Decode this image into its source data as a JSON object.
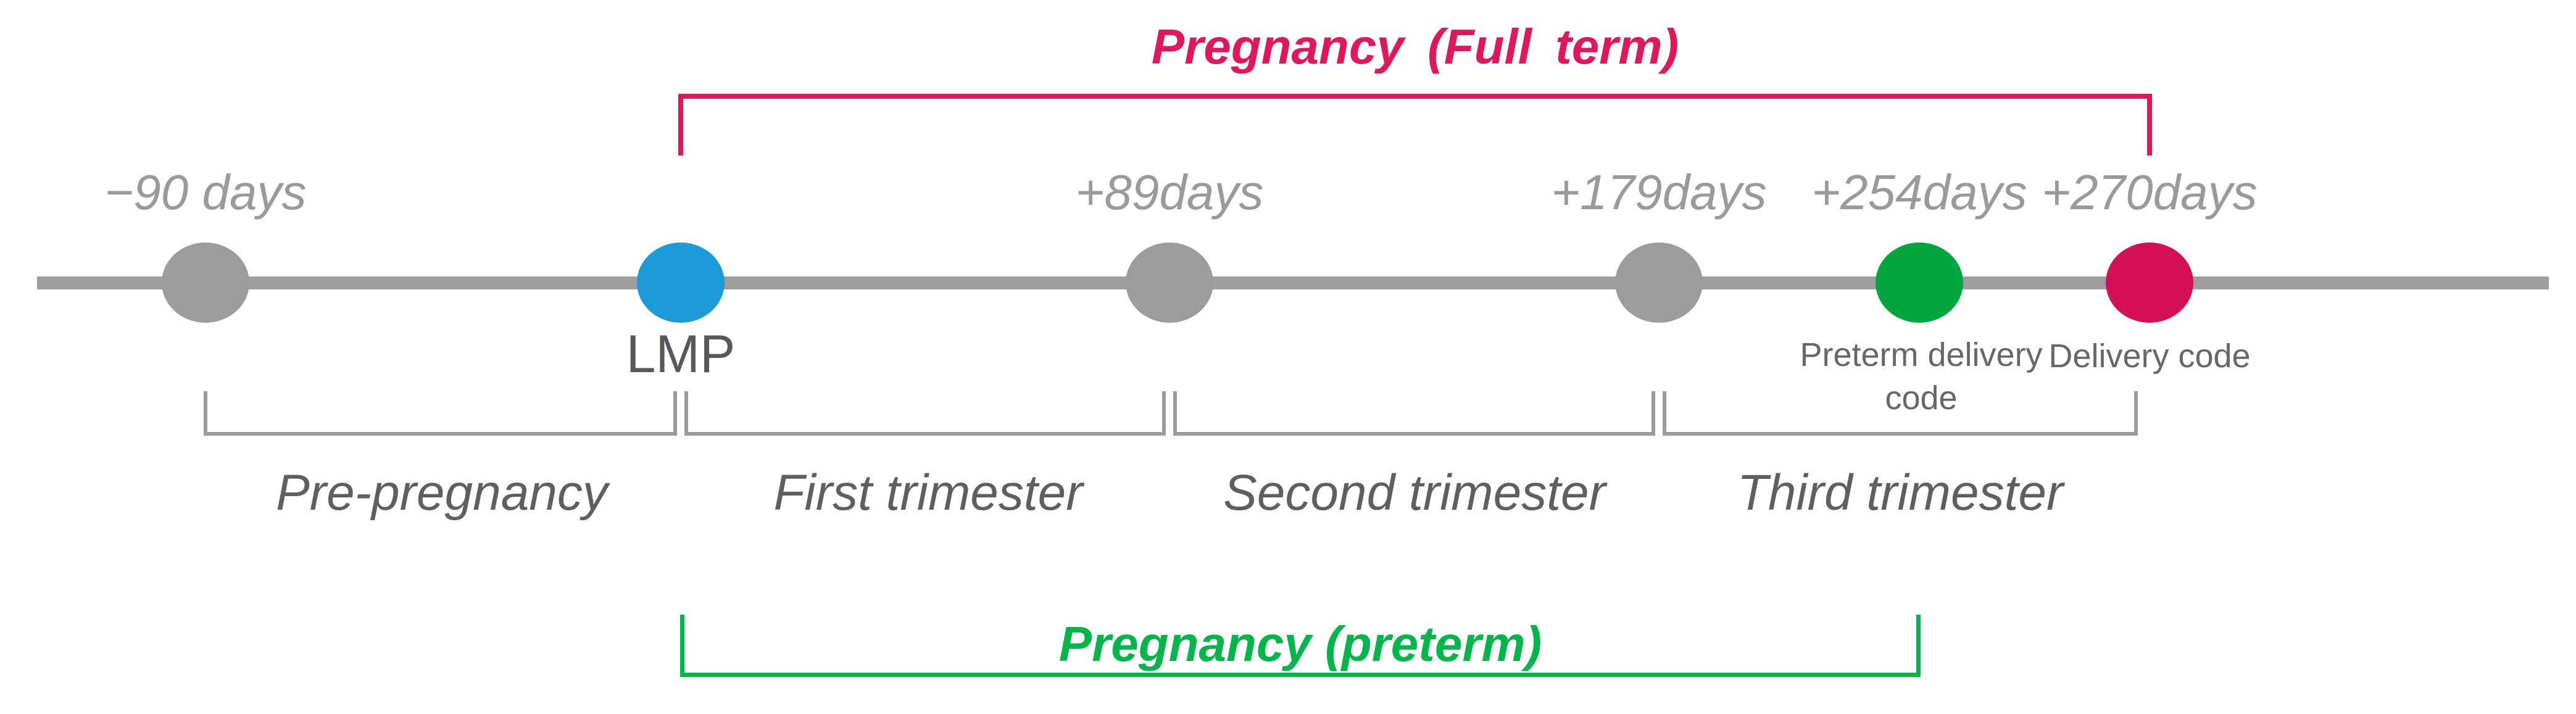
{
  "colors": {
    "timeline_gray": "#9e9e9e",
    "dot_gray": "#9c9c9c",
    "dot_blue": "#1b9bd7",
    "dot_green": "#00a63c",
    "dot_crimson": "#d40f56",
    "bracket_gray": "#9b9b9b",
    "full_term_red": "#e0175b",
    "preterm_green": "#00b54a",
    "day_label_gray": "#9a9a9a",
    "period_label_gray": "#5f5f5f",
    "lmp_label_dark": "#58585a",
    "code_label_gray": "#676767"
  },
  "top_bracket": {
    "label": "Pregnancy (Full term)"
  },
  "bottom_bracket": {
    "label": "Pregnancy (preterm)"
  },
  "points": [
    {
      "day_label": "−90 days"
    },
    {
      "name": "LMP"
    },
    {
      "day_label": "+89days"
    },
    {
      "day_label": "+179days"
    },
    {
      "day_label": "+254days",
      "name": "Preterm delivery code"
    },
    {
      "day_label": "+270days",
      "name": "Delivery code"
    }
  ],
  "periods": [
    {
      "label": "Pre-pregnancy"
    },
    {
      "label": "First trimester"
    },
    {
      "label": "Second trimester"
    },
    {
      "label": "Third trimester"
    }
  ]
}
